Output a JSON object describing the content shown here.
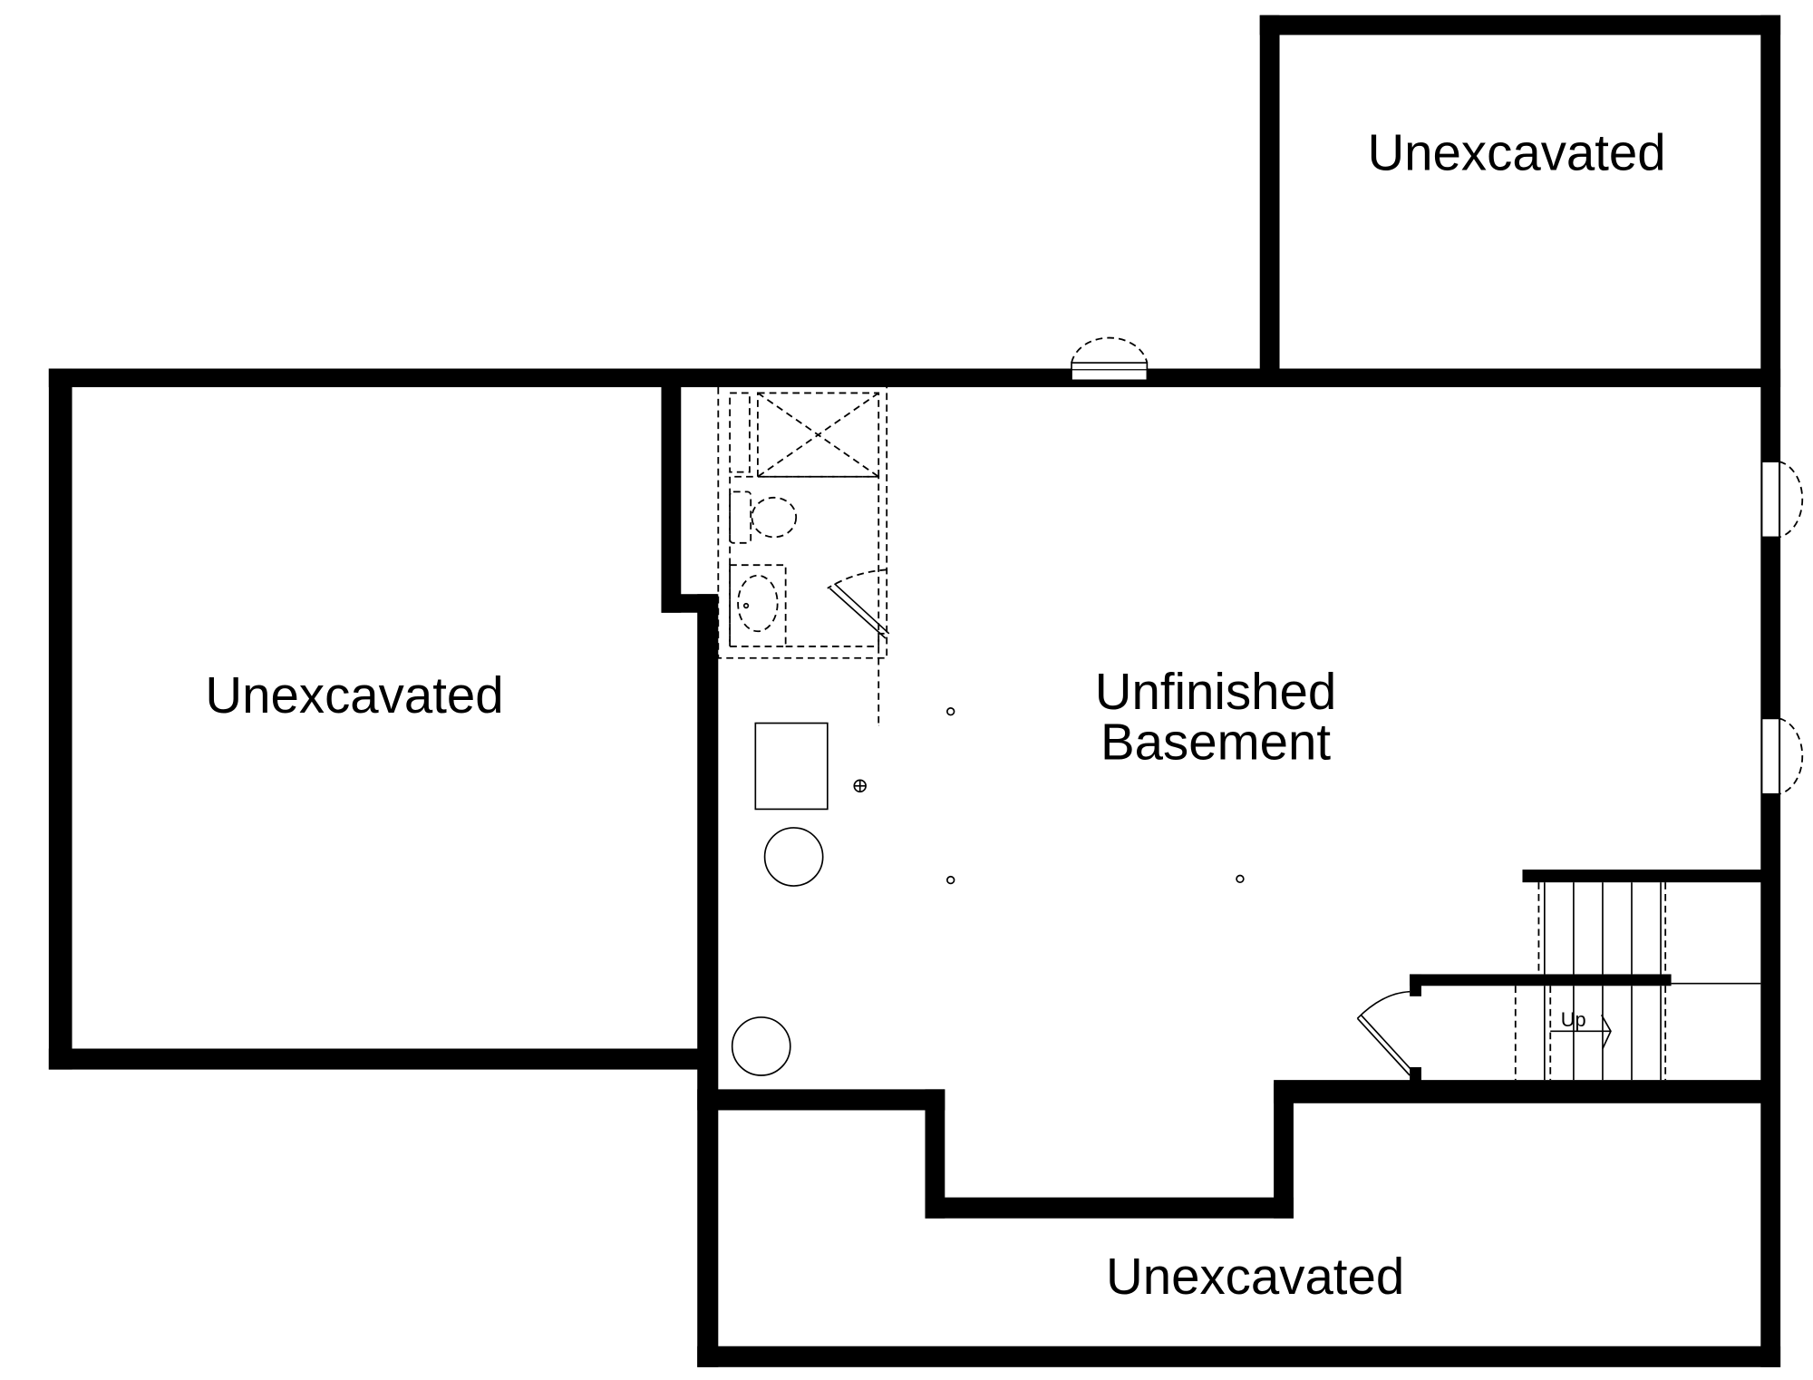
{
  "plan": {
    "rooms": {
      "unexcavated_top_right": "Unexcavated",
      "unexcavated_left": "Unexcavated",
      "unexcavated_bottom": "Unexcavated",
      "basement_line1": "Unfinished",
      "basement_line2": "Basement"
    },
    "stair_label": "Up"
  }
}
